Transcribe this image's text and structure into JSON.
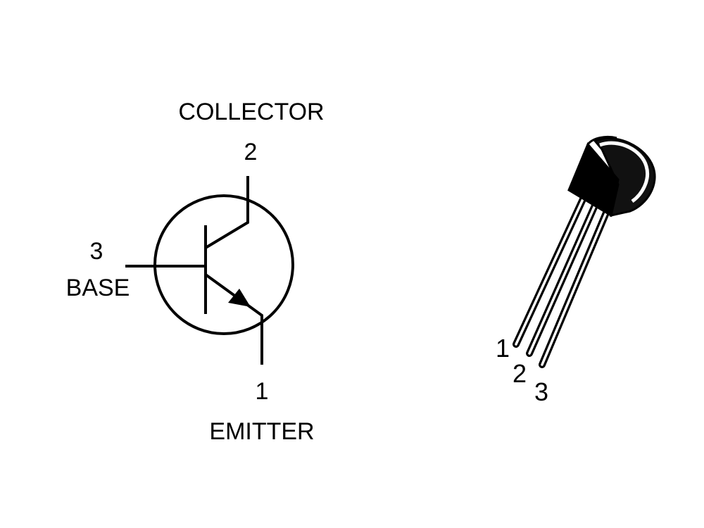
{
  "symbol": {
    "collector_label": "COLLECTOR",
    "collector_pin": "2",
    "base_pin": "3",
    "base_label": "BASE",
    "emitter_pin": "1",
    "emitter_label": "EMITTER"
  },
  "package": {
    "pins": [
      "1",
      "2",
      "3"
    ]
  }
}
